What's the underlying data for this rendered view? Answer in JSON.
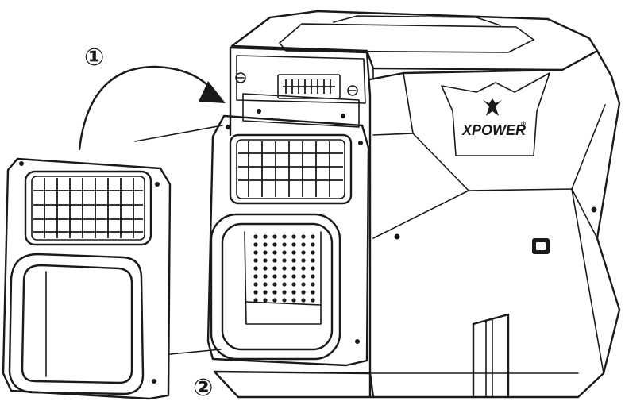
{
  "steps": {
    "step1": "①",
    "step2": "②"
  },
  "brand": {
    "text": "XPOWER",
    "mark": "®"
  },
  "colors": {
    "line": "#1a1a1a",
    "background": "#ffffff"
  },
  "icons": {
    "arrow": "curved-arrow-icon",
    "logo": "xpower-eagle-logo-icon",
    "port": "power-port-icon"
  }
}
